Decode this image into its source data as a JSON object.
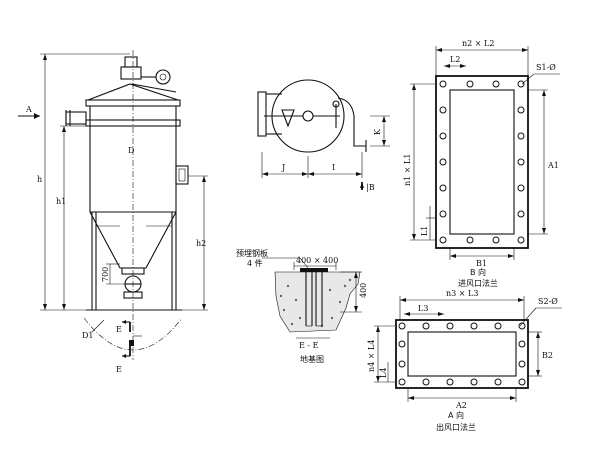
{
  "labels": {
    "A_arrow": "A",
    "h": "h",
    "h1": "h1",
    "h2": "h2",
    "D": "D",
    "dim_700": "700",
    "D1": "D1",
    "E_upper": "E",
    "E_lower": "E",
    "fan_J": "J",
    "fan_I": "I",
    "fan_K": "K",
    "fan_B": "B",
    "fan_section": "|B",
    "outlet_n2L2": "n2 × L2",
    "outlet_L2": "L2",
    "outlet_S1": "S1-Ø",
    "outlet_n1L1": "n1 × L1",
    "outlet_A1": "A1",
    "outlet_L1": "L1",
    "outlet_B1": "B1",
    "outlet_view": "B 向",
    "outlet_title": "进风口法兰",
    "plate_label": "预埋钢板",
    "plate_count": "4 件",
    "dim_400x400": "400 × 400",
    "dim_400": "400",
    "section_EE": "E - E",
    "foundation_title": "地基图",
    "inlet_n3L3": "n3 × L3",
    "inlet_L3": "L3",
    "inlet_S2": "S2-Ø",
    "inlet_n4L4": "n4 × L4",
    "inlet_L4": "L4",
    "inlet_B2": "B2",
    "inlet_A2": "A2",
    "inlet_view": "A 向",
    "inlet_title": "出风口法兰"
  }
}
